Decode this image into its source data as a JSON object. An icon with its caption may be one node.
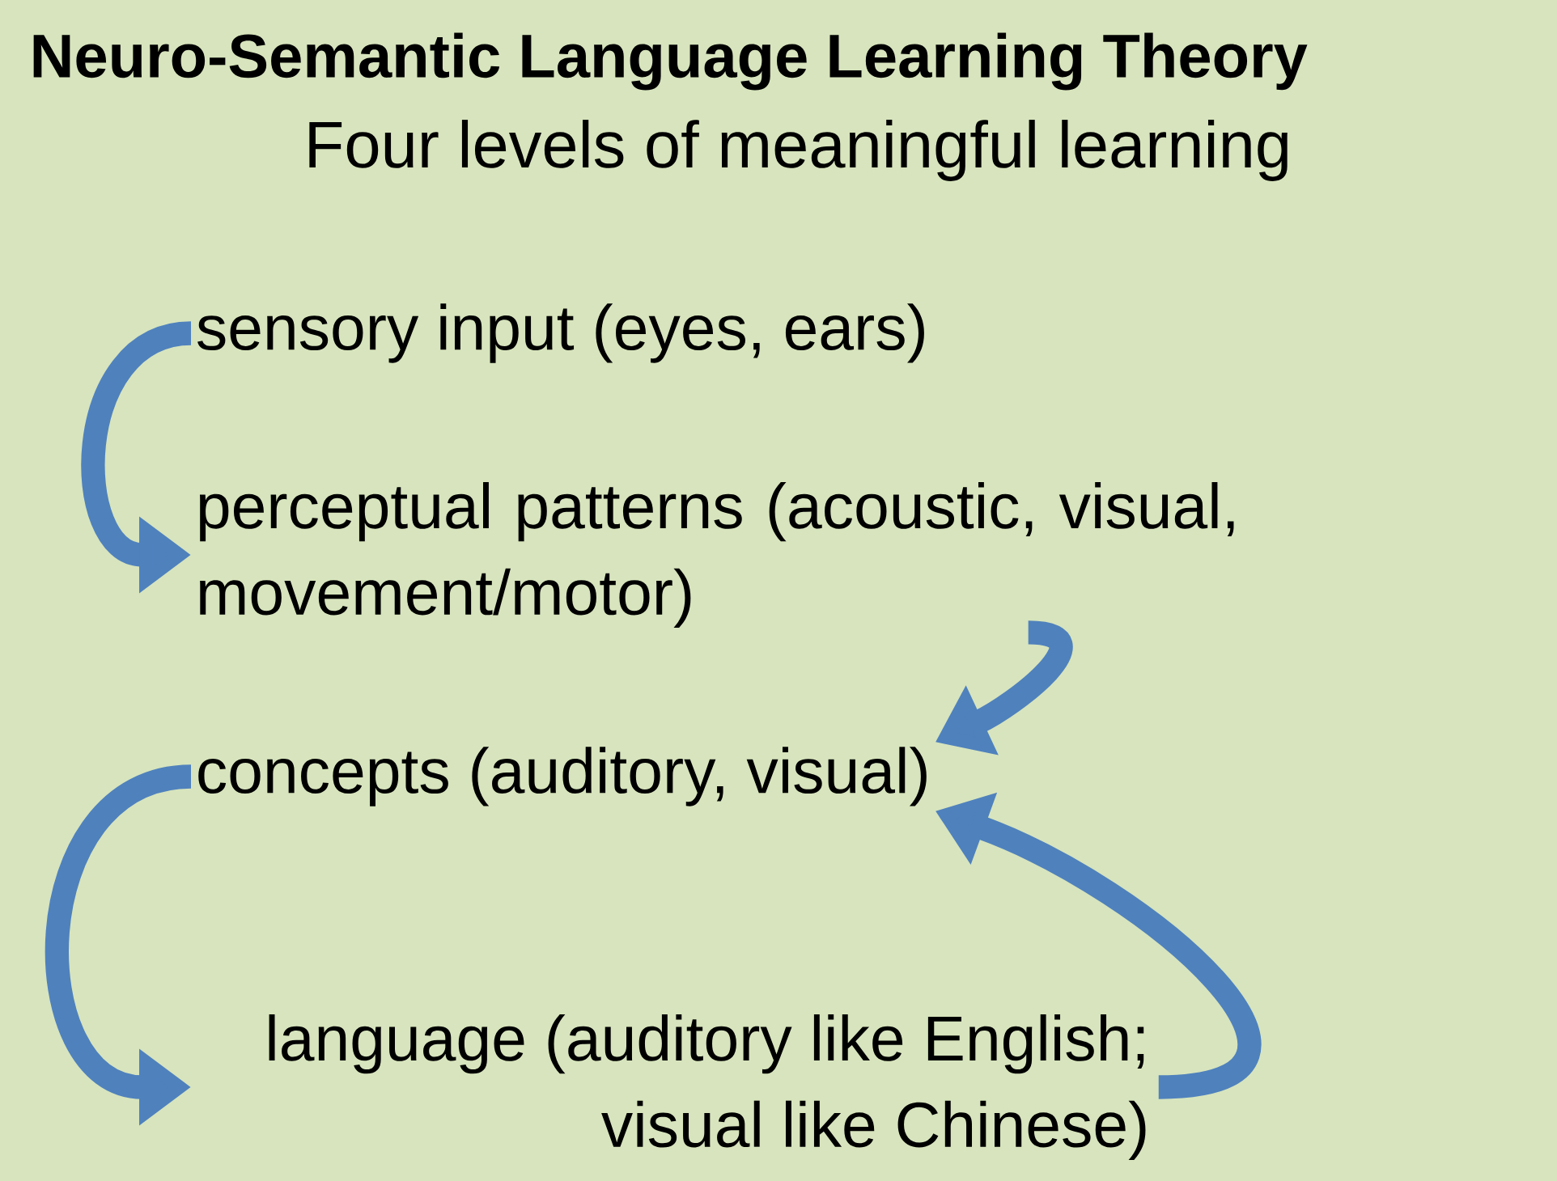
{
  "diagram": {
    "title": "Neuro-Semantic Language Learning Theory",
    "nodes": [
      {
        "text": [
          "sensory input (eyes, ears)"
        ]
      },
      {
        "text": [
          "perceptual patterns (acoustic, visual, movement/motor)"
        ]
      },
      {
        "text": [
          "concepts (auditory, visual)"
        ]
      },
      {
        "text": [
          "language (auditory like English; visual like Chinese)"
        ]
      }
    ],
    "edges": [
      {
        "from": 0,
        "to": 1,
        "arrow": "to"
      },
      {
        "from": 1,
        "to": 2,
        "arrow": "to"
      },
      {
        "from": 2,
        "to": 3,
        "arrow": "to"
      },
      {
        "from": 3,
        "to": 2,
        "arrow": "to"
      }
    ],
    "labels": [
      "Four levels of meaningful learning"
    ]
  }
}
